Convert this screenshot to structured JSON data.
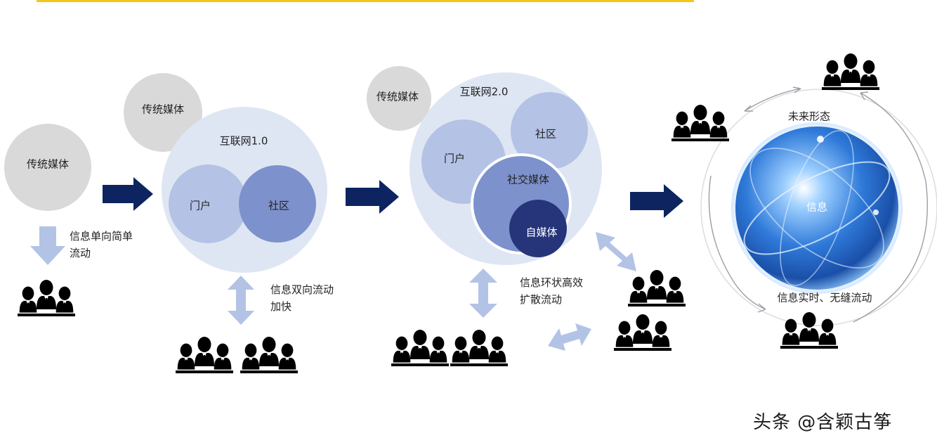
{
  "stage1": {
    "media": "传统媒体",
    "flow_text": "信息单向简单流动"
  },
  "stage2": {
    "media": "传统媒体",
    "title": "互联网1.0",
    "portal": "门户",
    "community": "社区",
    "flow_text": "信息双向流动加快"
  },
  "stage3": {
    "media": "传统媒体",
    "title": "互联网2.0",
    "portal": "门户",
    "community": "社区",
    "social": "社交媒体",
    "self": "自媒体",
    "flow_text": "信息环状高效扩散流动"
  },
  "stage4": {
    "title": "未来形态",
    "core": "信息",
    "flow_text": "信息实时、无缝流动"
  },
  "watermark": "头条 @含颖古筝",
  "colors": {
    "gray_circle": "#d9d9d9",
    "light_circle": "#dfe6f3",
    "mid_circle": "#9fb0da",
    "deep_circle": "#7d92cc",
    "darkest_circle": "#26357a",
    "dark_arrow": "#0d2461",
    "light_arrow": "#b3c3e6",
    "yellow_bar": "#f5c518"
  }
}
